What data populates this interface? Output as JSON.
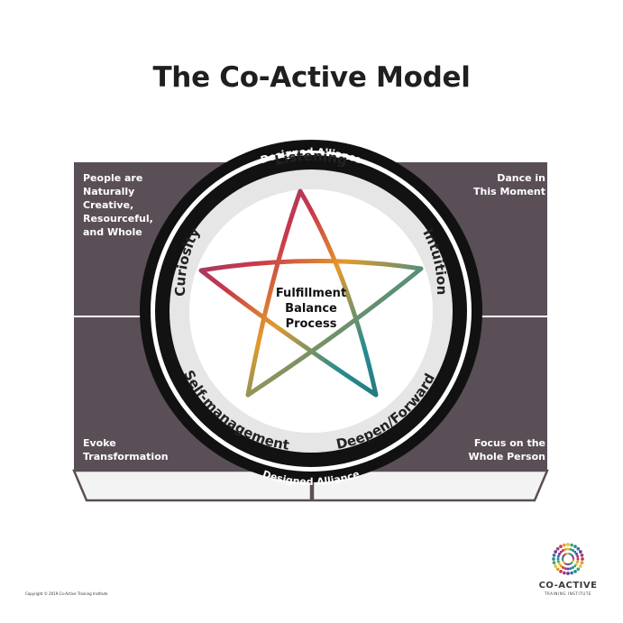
{
  "title": "The Co-Active Model",
  "quadrants": {
    "top_left": [
      "People are",
      "Naturally",
      "Creative,",
      "Resourceful,",
      "and Whole"
    ],
    "top_right": [
      "Dance in",
      "This Moment"
    ],
    "bottom_left": [
      "Evoke",
      "Transformation"
    ],
    "bottom_right": [
      "Focus on the",
      "Whole Person"
    ]
  },
  "outer_ring": {
    "top": "Designed Alliance",
    "bottom": "Designed Alliance"
  },
  "inner_ring": {
    "top": "Listening",
    "left": "Curiosity",
    "right": "Intuition",
    "bottom_left": "Self-management",
    "bottom_right": "Deepen/Forward"
  },
  "center": [
    "Fulfillment",
    "Balance",
    "Process"
  ],
  "copyright": "Copyright © 2019 Co-Active Training Institute",
  "logo": {
    "name": "CO-ACTIVE",
    "subtitle": "TRAINING INSTITUTE"
  },
  "colors": {
    "panel": "#5a4e57",
    "ring_dark": "#111111",
    "ring_light": "#e6e6e6",
    "star_red": "#c9374a",
    "star_orange": "#e29a2c",
    "star_purple": "#6a3e8c",
    "star_teal": "#1f6f78"
  }
}
